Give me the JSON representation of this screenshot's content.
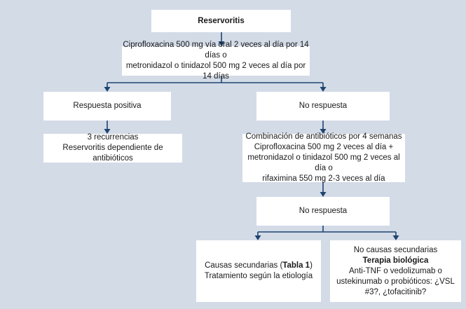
{
  "nodes": {
    "root": {
      "label": "Reservoritis"
    },
    "first_line": {
      "line1": "Ciprofloxacina 500 mg vía oral 2 veces al día por 14 días o",
      "line2": "metronidazol o tinidazol 500 mg 2 veces al día por 14 días"
    },
    "positive": {
      "label": "Respuesta positiva"
    },
    "no_response_1": {
      "label": "No respuesta"
    },
    "recurrences": {
      "line1": "3 recurrencias",
      "line2": "Reservoritis dependiente de antibióticos"
    },
    "combination": {
      "line1": "Combinación de antibióticos por 4 semanas",
      "line2": "Ciprofloxacina 500 mg 2 veces al día +",
      "line3": "metronidazol o tinidazol 500 mg 2 veces al día o",
      "line4": "rifaximina 550 mg 2-3 veces al día"
    },
    "no_response_2": {
      "label": "No respuesta"
    },
    "secondary_causes": {
      "line1_pre": "Causas secundarias (",
      "line1_bold": "Tabla 1",
      "line1_post": ")",
      "line2": "Tratamiento según la etiología"
    },
    "biologic": {
      "line1": "No causas secundarias",
      "line2": "Terapia biológica",
      "line3": "Anti-TNF o vedolizumab o",
      "line4": "ustekinumab o probióticos: ¿VSL",
      "line5": "#3?, ¿tofacitinib?"
    }
  },
  "colors": {
    "background": "#d3dbe7",
    "box": "#ffffff",
    "connector": "#1e4470"
  }
}
